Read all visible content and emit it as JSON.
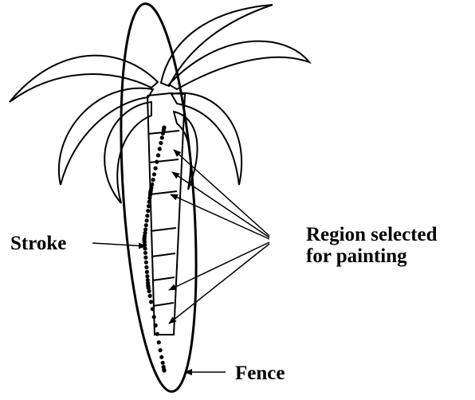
{
  "labels": {
    "stroke": "Stroke",
    "region_line1": "Region selected",
    "region_line2": "for painting",
    "fence": "Fence"
  },
  "colors": {
    "ink": "#000000",
    "background": "#ffffff"
  }
}
